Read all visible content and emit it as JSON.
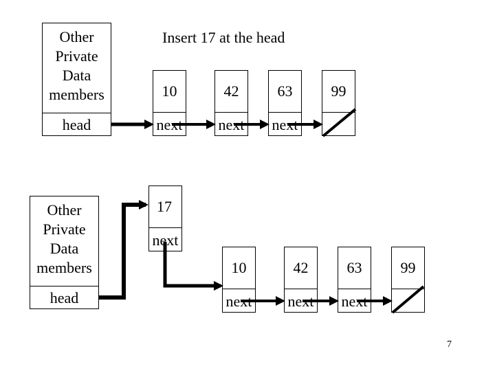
{
  "top": {
    "caption": "Insert 17 at the head",
    "list_object": {
      "private_label": "Other Private Data members",
      "head_label": "head"
    },
    "nodes": [
      {
        "value": "10",
        "next": "next"
      },
      {
        "value": "42",
        "next": "next"
      },
      {
        "value": "63",
        "next": "next"
      },
      {
        "value": "99",
        "next": ""
      }
    ]
  },
  "bottom": {
    "list_object": {
      "private_label": "Other Private Data members",
      "head_label": "head"
    },
    "new_node": {
      "value": "17",
      "next": "next"
    },
    "nodes": [
      {
        "value": "10",
        "next": "next"
      },
      {
        "value": "42",
        "next": "next"
      },
      {
        "value": "63",
        "next": "next"
      },
      {
        "value": "99",
        "next": ""
      }
    ]
  },
  "page_number": "7"
}
